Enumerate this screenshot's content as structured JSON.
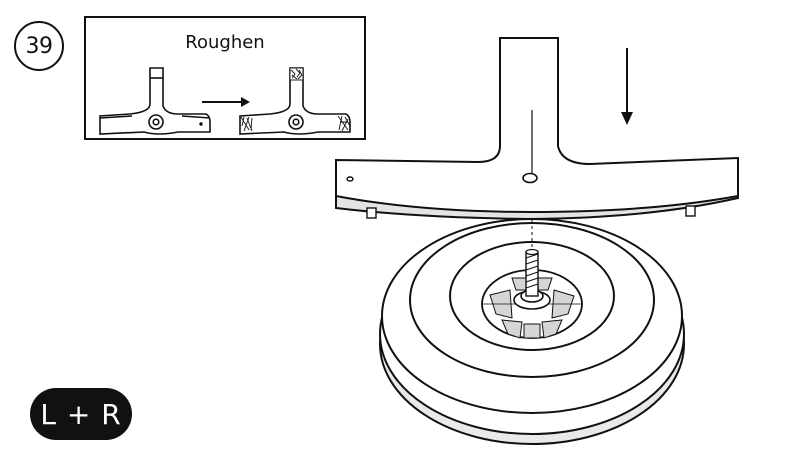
{
  "step": {
    "number": "39"
  },
  "inset": {
    "title": "Roughen",
    "arrow_icon": "right-arrow-icon"
  },
  "assembly": {
    "arrow_icon": "down-arrow-icon",
    "parts": [
      "t-bracket",
      "bolt",
      "washer",
      "round-base"
    ]
  },
  "side_badge": {
    "label": "L + R"
  }
}
